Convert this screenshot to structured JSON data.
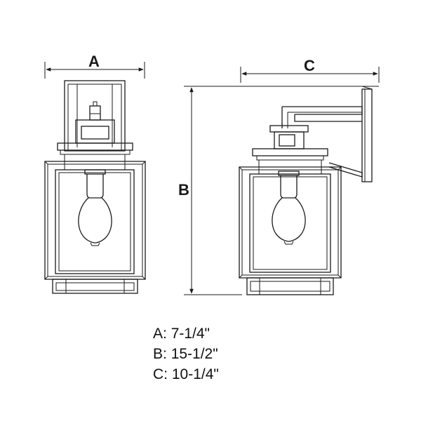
{
  "dimension_labels": {
    "a": "A",
    "b": "B",
    "c": "C"
  },
  "legend": [
    {
      "key": "A:",
      "value": "7-1/4\""
    },
    {
      "key": "B:",
      "value": "15-1/2\""
    },
    {
      "key": "C:",
      "value": "10-1/4\""
    }
  ],
  "colors": {
    "line": "#1a1a1a",
    "background": "#ffffff"
  }
}
